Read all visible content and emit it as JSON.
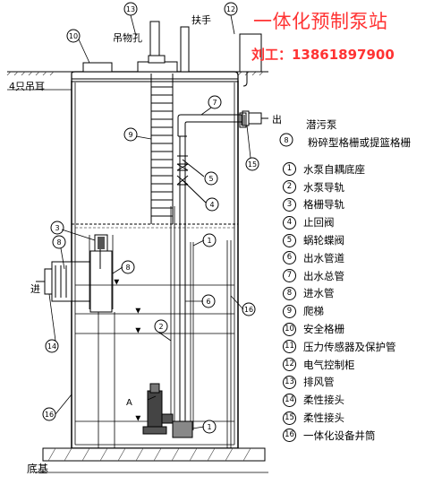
{
  "header": {
    "title": "一体化预制泵站",
    "contact": "刘工：13861897900"
  },
  "labels": {
    "hoist_hole": "吊物孔",
    "handrail": "扶手",
    "lifting_lugs": "4只吊耳",
    "outlet": "出",
    "inlet": "进",
    "foundation": "底基",
    "pump_marker": "A",
    "sewage_pump": "潜污泵",
    "grinder_note": "粉碎型格栅或提篮格栅"
  },
  "legend": [
    {
      "num": "1",
      "text": "水泵自耦底座"
    },
    {
      "num": "2",
      "text": "水泵导轨"
    },
    {
      "num": "3",
      "text": "格栅导轨"
    },
    {
      "num": "4",
      "text": "止回阀"
    },
    {
      "num": "5",
      "text": "蜗轮蝶阀"
    },
    {
      "num": "6",
      "text": "出水管道"
    },
    {
      "num": "7",
      "text": "出水总管"
    },
    {
      "num": "8",
      "text": "进水管"
    },
    {
      "num": "9",
      "text": "爬梯"
    },
    {
      "num": "10",
      "text": "安全格栅"
    },
    {
      "num": "11",
      "text": "压力传感器及保护管"
    },
    {
      "num": "12",
      "text": "电气控制柜"
    },
    {
      "num": "13",
      "text": "排风管"
    },
    {
      "num": "14",
      "text": "柔性接头"
    },
    {
      "num": "15",
      "text": "柔性接头"
    },
    {
      "num": "16",
      "text": "一体化设备井筒"
    }
  ],
  "callouts": [
    {
      "num": "13"
    },
    {
      "num": "12"
    },
    {
      "num": "10"
    },
    {
      "num": "7"
    },
    {
      "num": "9"
    },
    {
      "num": "15"
    },
    {
      "num": "5"
    },
    {
      "num": "4"
    },
    {
      "num": "3"
    },
    {
      "num": "8"
    },
    {
      "num": "8"
    },
    {
      "num": "1"
    },
    {
      "num": "6"
    },
    {
      "num": "2"
    },
    {
      "num": "14"
    },
    {
      "num": "16"
    },
    {
      "num": "16"
    },
    {
      "num": "1"
    },
    {
      "num": "8"
    }
  ],
  "colors": {
    "title": "#ff3333",
    "line": "#000000",
    "ground_hatch": "#666666"
  }
}
